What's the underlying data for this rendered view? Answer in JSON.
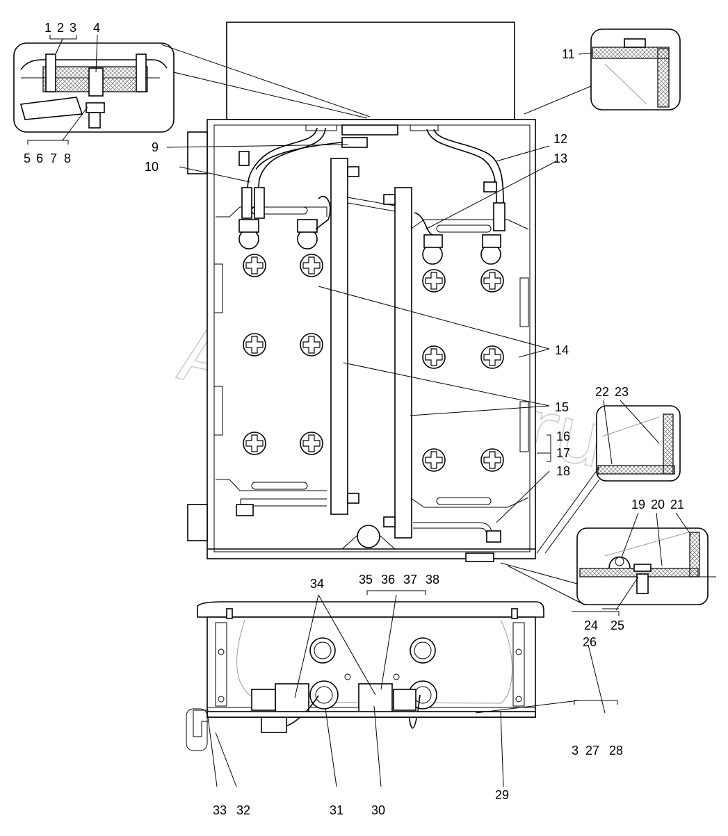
{
  "watermark": "AutoSoft.ru",
  "callouts": {
    "c1": "1",
    "c2": "2",
    "c3": "3",
    "c4": "4",
    "c5": "5",
    "c6": "6",
    "c7": "7",
    "c8": "8",
    "c9": "9",
    "c10": "10",
    "c11": "11",
    "c12": "12",
    "c13": "13",
    "c14": "14",
    "c15": "15",
    "c16": "16",
    "c17": "17",
    "c18": "18",
    "c19": "19",
    "c20": "20",
    "c21": "21",
    "c22": "22",
    "c23": "23",
    "c24": "24",
    "c25": "25",
    "c26": "26",
    "c3b": "3",
    "c27": "27",
    "c28": "28",
    "c29": "29",
    "c30": "30",
    "c31": "31",
    "c32": "32",
    "c33": "33",
    "c34": "34",
    "c35": "35",
    "c36": "36",
    "c37": "37",
    "c38": "38"
  }
}
